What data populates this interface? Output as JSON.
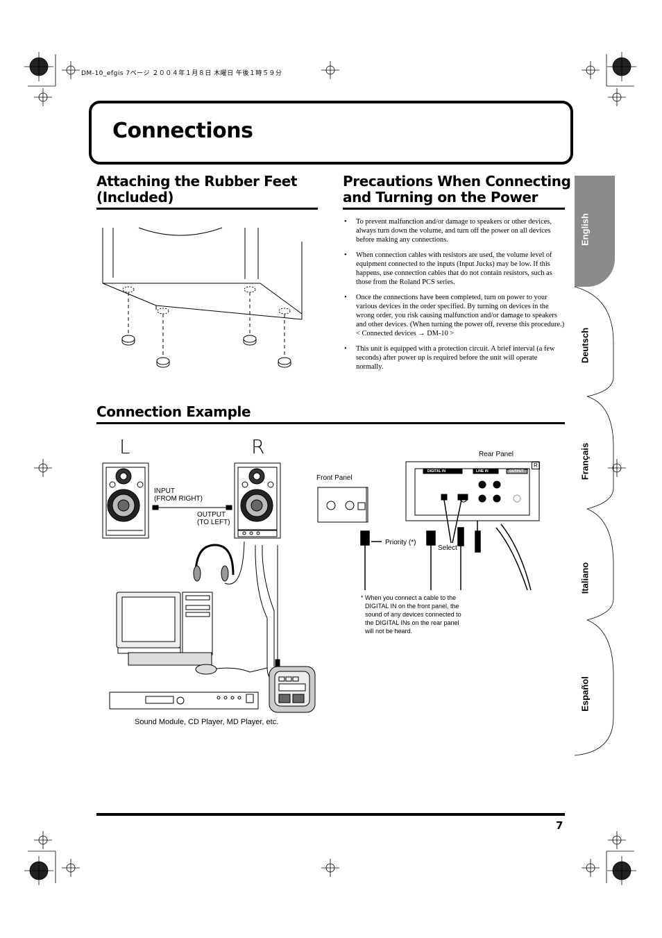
{
  "print_header": "DM-10_efgis 7ページ ２００４年１月８日 木曜日 午後１時５９分",
  "page_title": "Connections",
  "sections": {
    "rubber_feet_title_1": "Attaching the Rubber Feet",
    "rubber_feet_title_2": "(Included)",
    "precautions_title_1": "Precautions When Connecting",
    "precautions_title_2": "and Turning on the Power",
    "connection_example_title": "Connection Example"
  },
  "precautions": [
    "To prevent malfunction and/or damage to speakers or other devices, always turn down the volume, and turn off the power on all devices before making any connections.",
    "When connection cables with resistors are used, the volume level of equipment connected to the inputs (Input Jucks) may be low. If this happens, use connection cables that do not contain resistors, such as those from the Roland PCS series.",
    "Once the connections have been completed, turn on power to your various devices in the order specified. By turning on devices in the wrong order, you risk causing malfunction and/or damage to speakers and other devices. (When turning the power off, reverse this procedure.)",
    "This unit is equipped with a protection circuit. A brief interval (a few seconds) after power up is required before the unit will operate normally."
  ],
  "precaution_order_note": "< Connected devices → DM-10 >",
  "language_tabs": [
    "English",
    "Deutsch",
    "Français",
    "Italiano",
    "Español"
  ],
  "diagram": {
    "left_label": "L",
    "right_label": "R",
    "input_label_1": "INPUT",
    "input_label_2": "(FROM RIGHT)",
    "output_label_1": "OUTPUT",
    "output_label_2": "(TO LEFT)",
    "front_panel": "Front Panel",
    "rear_panel": "Rear Panel",
    "rear_r_badge": "R",
    "digital_in": "DIGITAL IN",
    "line_in": "LINE IN",
    "output": "OUTPUT",
    "priority": "Priority (*)",
    "select": "Select",
    "footnote_1": "* When you connect a cable to the",
    "footnote_2": "DIGITAL IN on the front panel, the",
    "footnote_3": "sound of any devices connected to",
    "footnote_4": "the DIGITAL INs on the rear panel",
    "footnote_5": "will not be heard.",
    "sound_module_caption": "Sound Module, CD Player, MD Player, etc."
  },
  "page_number": "7"
}
